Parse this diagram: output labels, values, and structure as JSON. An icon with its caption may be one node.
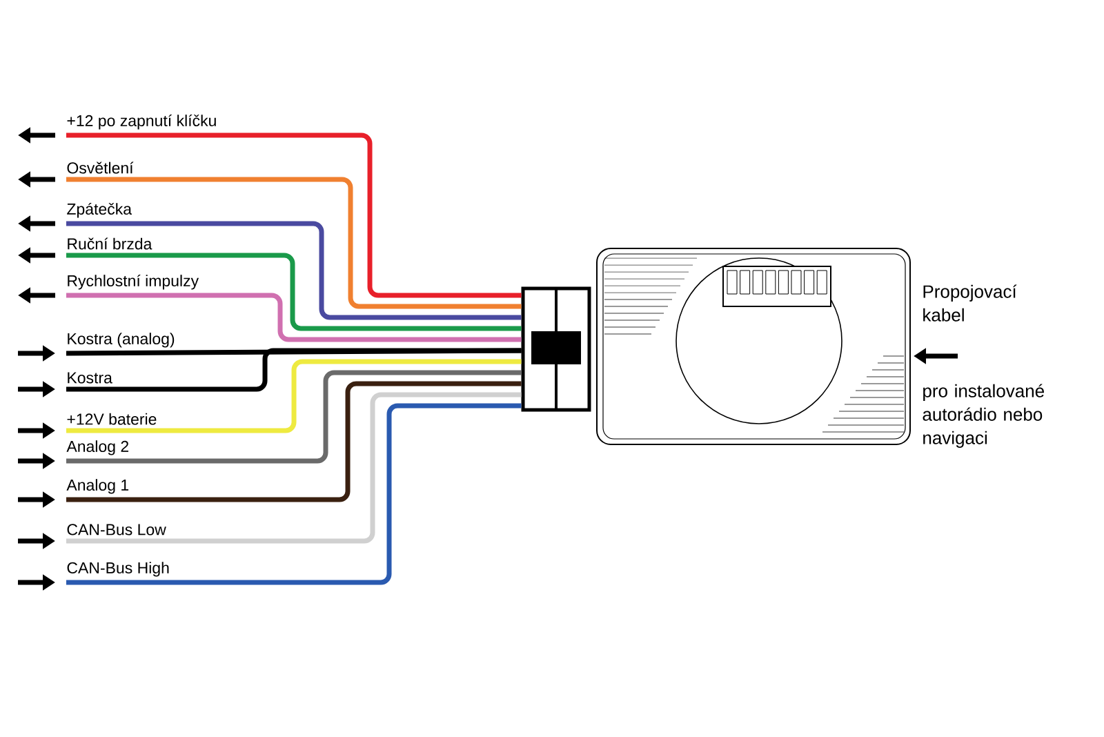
{
  "diagram": {
    "nodes": [
      {
        "text": [],
        "shape": "box"
      },
      {
        "text": [],
        "shape": "picture",
        "beside": [
          "Propojovací kabel",
          "pro instalované autorádio nebo navigaci"
        ]
      }
    ],
    "edges": [
      {
        "from": 0,
        "to": null,
        "arrow": "none",
        "label": "+12 po zapnutí klíčku",
        "color": "#e8202a"
      },
      {
        "from": 0,
        "to": null,
        "arrow": "none",
        "label": "Osvětlení",
        "color": "#f08030"
      },
      {
        "from": 0,
        "to": null,
        "arrow": "none",
        "label": "Zpátečka",
        "color": "#4a4aa0"
      },
      {
        "from": 0,
        "to": null,
        "arrow": "none",
        "label": "Ruční brzda",
        "color": "#1a9a4a"
      },
      {
        "from": 0,
        "to": null,
        "arrow": "none",
        "label": "Rychlostní impulzy",
        "color": "#d070b0"
      },
      {
        "from": 0,
        "to": null,
        "arrow": "none",
        "label": "Kostra (analog)",
        "color": "#000000"
      },
      {
        "from": 0,
        "to": null,
        "arrow": "none",
        "label": "Kostra",
        "color": "#000000"
      },
      {
        "from": 0,
        "to": null,
        "arrow": "none",
        "label": "+12V baterie",
        "color": "#eeea40"
      },
      {
        "from": 0,
        "to": null,
        "arrow": "none",
        "label": "Analog 2",
        "color": "#6a6a6a"
      },
      {
        "from": 0,
        "to": null,
        "arrow": "none",
        "label": "Analog 1",
        "color": "#3a2010"
      },
      {
        "from": 0,
        "to": null,
        "arrow": "none",
        "label": "CAN-Bus Low",
        "color": "#d0d0d0"
      },
      {
        "from": 0,
        "to": null,
        "arrow": "none",
        "label": "CAN-Bus High",
        "color": "#2a5ab0"
      },
      {
        "from": null,
        "to": 1,
        "arrow": "to"
      }
    ]
  }
}
